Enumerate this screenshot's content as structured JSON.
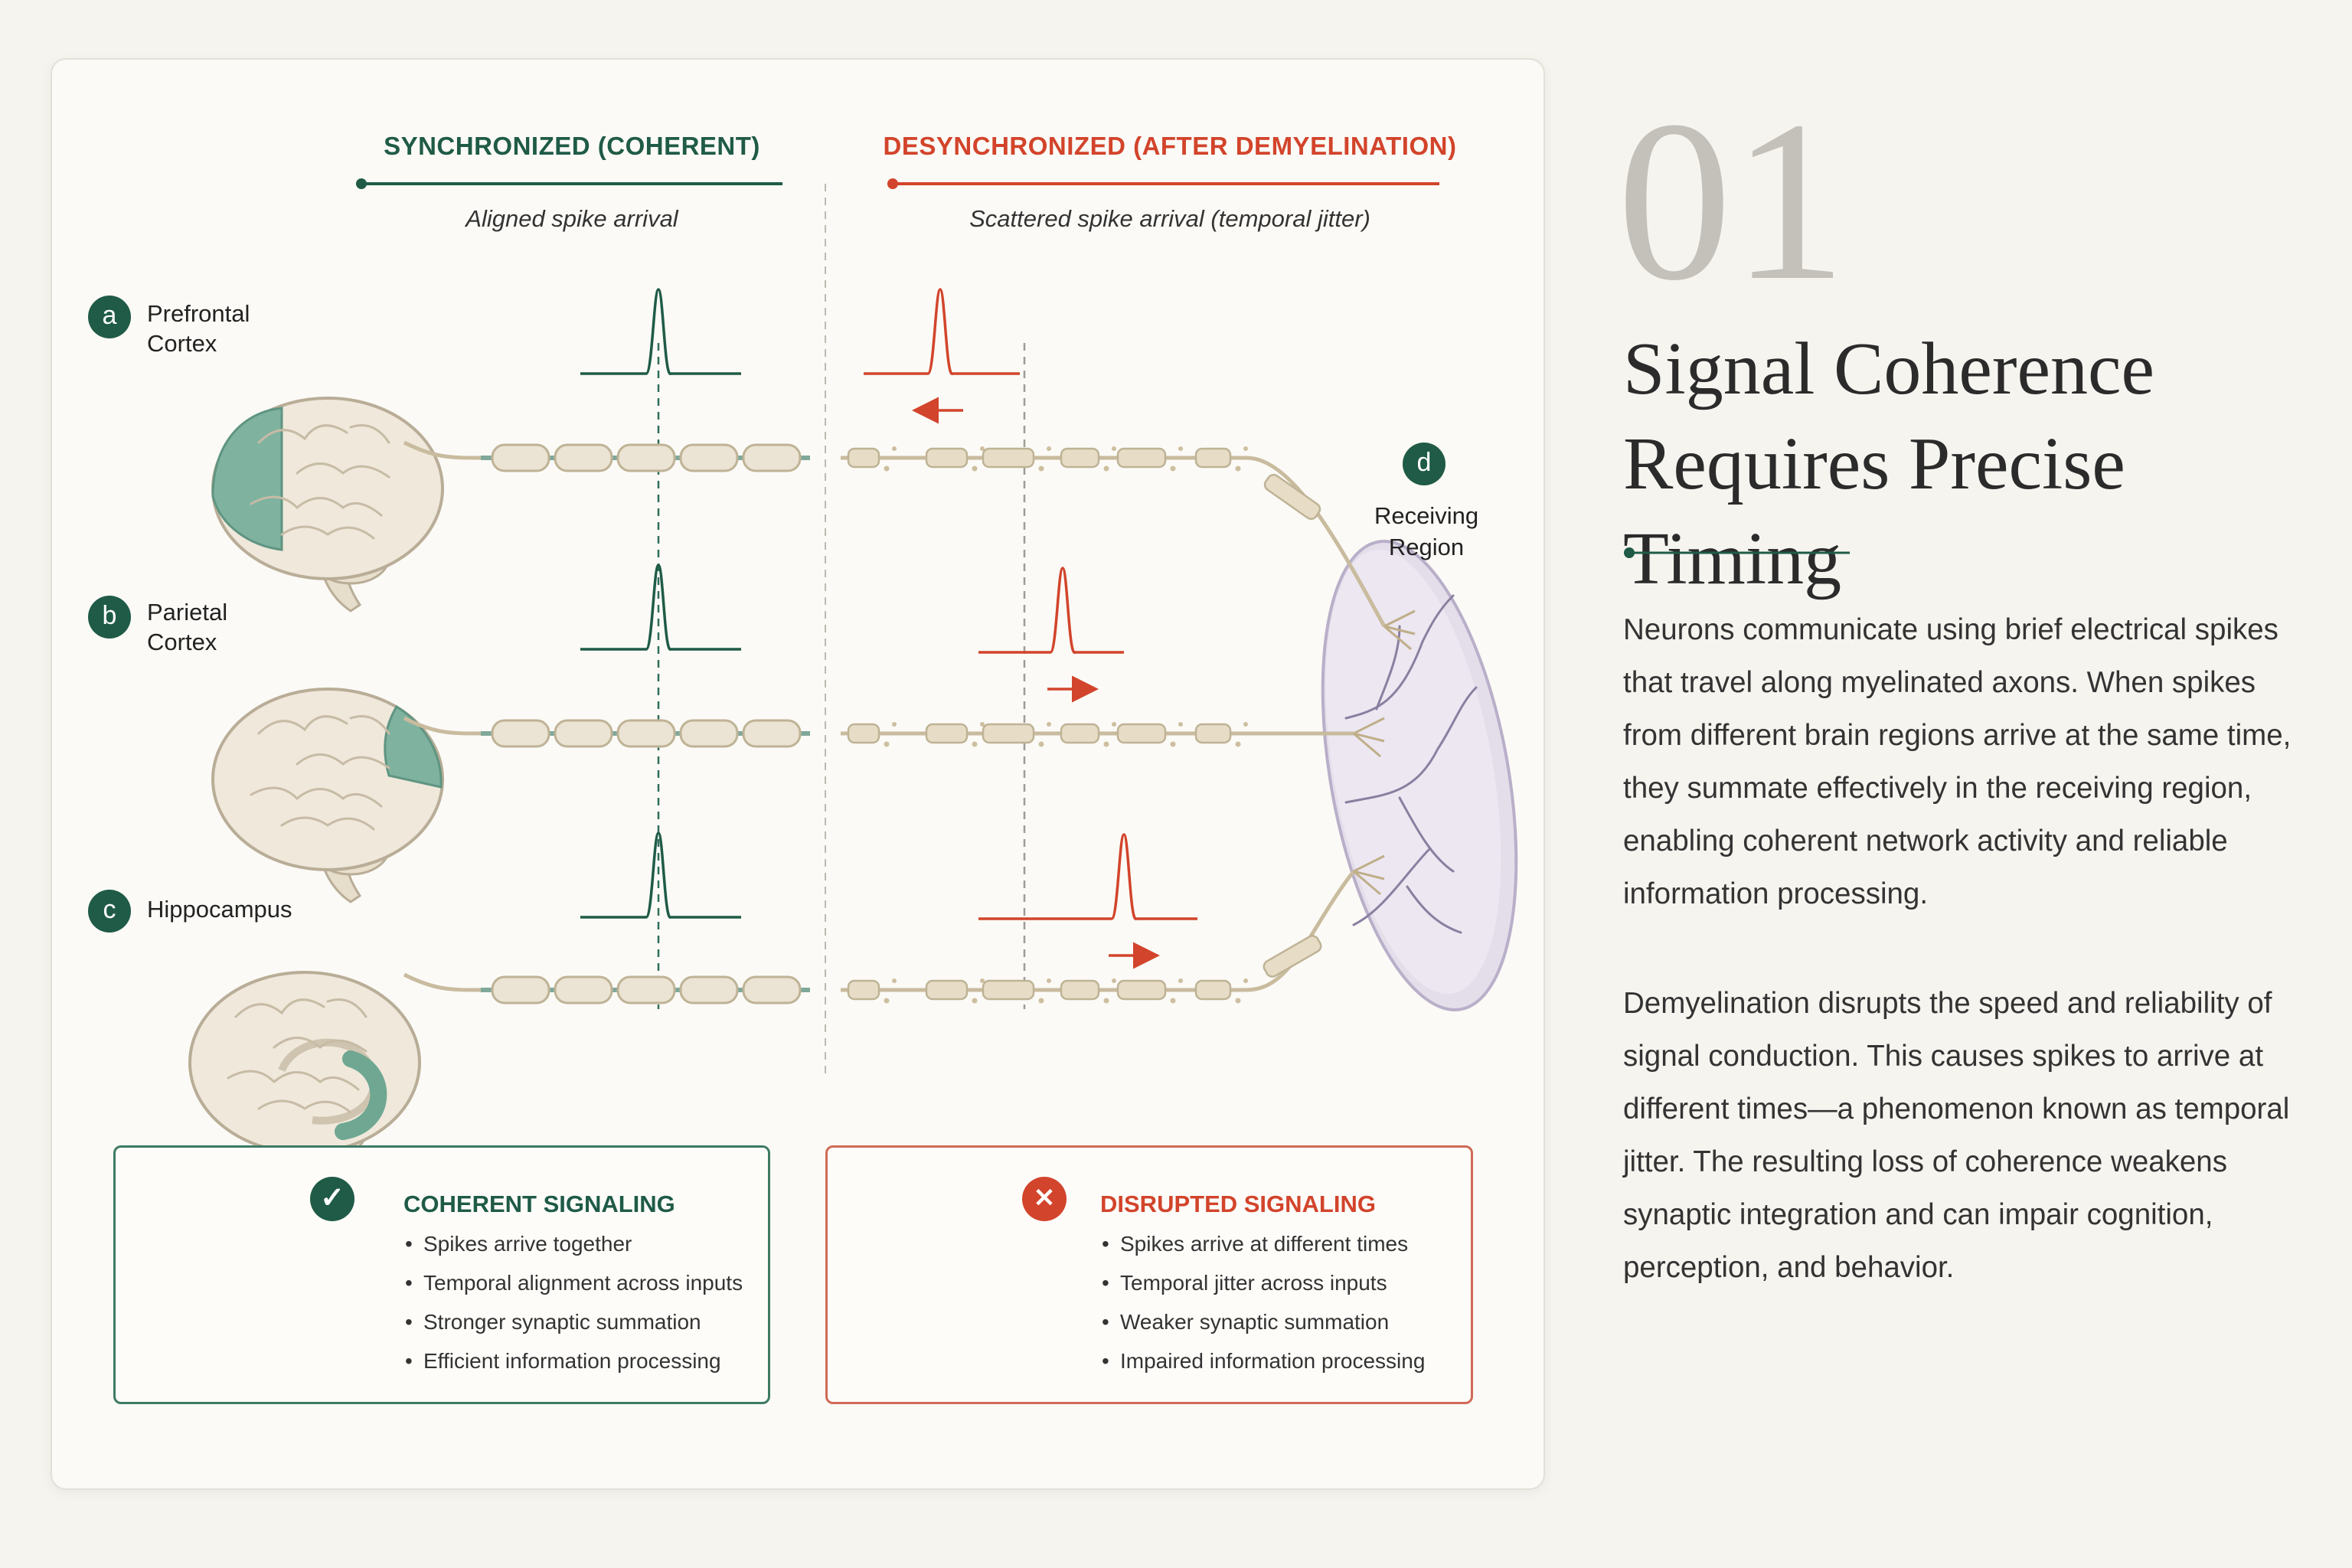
{
  "colors": {
    "coherent": "#1f5b47",
    "disrupted": "#d2442b",
    "brain": "#efe8db",
    "myelin": "#ebe3d3",
    "receiving": "#e4deeb"
  },
  "diagram": {
    "synchronized": {
      "heading": "SYNCHRONIZED (COHERENT)",
      "subtitle": "Aligned spike arrival"
    },
    "desynchronized": {
      "heading": "DESYNCHRONIZED (AFTER DEMYELINATION)",
      "subtitle": "Scattered spike arrival (temporal jitter)"
    },
    "regions": [
      {
        "badge": "a",
        "label_lines": [
          "Prefrontal",
          "Cortex"
        ],
        "icon": "brain-prefrontal-highlight-icon"
      },
      {
        "badge": "b",
        "label_lines": [
          "Parietal",
          "Cortex"
        ],
        "icon": "brain-parietal-highlight-icon"
      },
      {
        "badge": "c",
        "label_lines": [
          "Hippocampus"
        ],
        "icon": "brain-hippocampus-highlight-icon"
      }
    ],
    "receiving": {
      "badge": "d",
      "label_lines": [
        "Receiving",
        "Region"
      ]
    },
    "desync_spike_arrows": [
      "left",
      "right",
      "right"
    ]
  },
  "panels": {
    "coherent": {
      "icon": "check-icon",
      "title": "COHERENT SIGNALING",
      "items": [
        "Spikes arrive together",
        "Temporal alignment across inputs",
        "Stronger synaptic summation",
        "Efficient information processing"
      ]
    },
    "disrupted": {
      "icon": "x-icon",
      "title": "DISRUPTED SIGNALING",
      "items": [
        "Spikes arrive at different times",
        "Temporal jitter across inputs",
        "Weaker synaptic summation",
        "Impaired information processing"
      ]
    }
  },
  "section": {
    "number": "01",
    "title_lines": [
      "Signal Coherence",
      "Requires Precise Timing"
    ],
    "paragraphs": [
      "Neurons communicate using brief electrical spikes that travel along myelinated axons. When spikes from different brain regions arrive at the same time, they summate effectively in the receiving region, enabling coherent network activity and reliable information processing.",
      "Demyelination disrupts the speed and reliability of signal conduction. This causes spikes to arrive at different times—a phenomenon known as temporal jitter. The resulting loss of coherence weakens synaptic integration and can impair cognition, perception, and behavior."
    ]
  }
}
